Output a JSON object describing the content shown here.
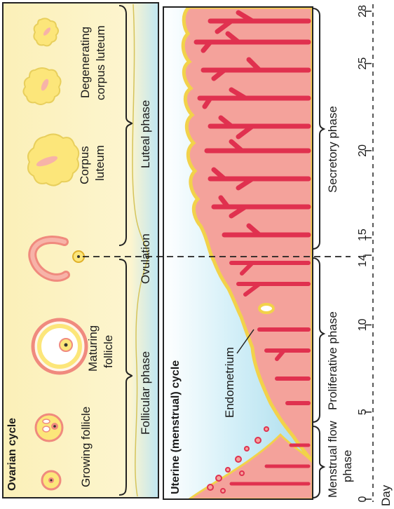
{
  "ovarian": {
    "heading": "Ovarian cycle",
    "stages": {
      "growing_follicle": "Growing follicle",
      "maturing_follicle": [
        "Maturing",
        "follicle"
      ],
      "corpus_luteum": [
        "Corpus",
        "luteum"
      ],
      "degenerating_corpus_luteum": [
        "Degenerating",
        "corpus luteum"
      ]
    },
    "phases": {
      "follicular": "Follicular phase",
      "ovulation": "Ovulation",
      "luteal": "Luteal phase"
    }
  },
  "uterine": {
    "heading": "Uterine (menstrual) cycle",
    "endometrium_label": "Endometrium",
    "phases": {
      "menstrual_flow": [
        "Menstrual flow",
        "phase"
      ],
      "proliferative": "Proliferative phase",
      "secretory": "Secretory phase"
    }
  },
  "day_axis": {
    "label": "Day",
    "ticks": [
      "0",
      "5",
      "10",
      "14",
      "15",
      "20",
      "25",
      "28"
    ]
  },
  "colors": {
    "ovarian_bg": "#fbf3c4",
    "fluid_blue": "#bfe6f2",
    "endometrium_pink": "#f4a29b",
    "endometrium_outline": "#f2d24a",
    "gland_red": "#e0314f",
    "follicle_yellow": "#fce67a",
    "follicle_pink": "#f08a7e"
  }
}
